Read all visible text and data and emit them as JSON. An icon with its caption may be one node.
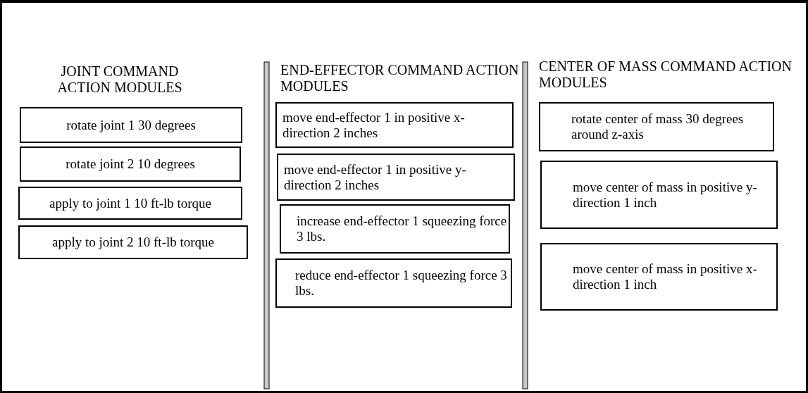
{
  "diagram": {
    "nodes": [
      {
        "text": [
          "rotate joint 1 30 degrees"
        ]
      },
      {
        "text": [
          "rotate joint 2 10 degrees"
        ]
      },
      {
        "text": [
          "apply to joint 1 10 ft-lb torque"
        ]
      },
      {
        "text": [
          "apply to joint 2 10 ft-lb torque"
        ]
      },
      {
        "text": [
          "move end-effector 1 in positive x-direction 2 inches"
        ]
      },
      {
        "text": [
          "move end-effector 1 in positive y-direction 2 inches"
        ]
      },
      {
        "text": [
          "increase end-effector 1 squeezing force 3 lbs."
        ]
      },
      {
        "text": [
          "reduce end-effector 1 squeezing force 3 lbs."
        ]
      },
      {
        "text": [
          "rotate center of mass 30 degrees around z-axis"
        ]
      },
      {
        "text": [
          "move center of mass in positive y-direction 1 inch"
        ]
      },
      {
        "text": [
          "move center of mass in positive x-direction 1 inch"
        ]
      }
    ],
    "labels": [
      "JOINT COMMAND ACTION MODULES",
      "END-EFFECTOR COMMAND ACTION MODULES",
      "CENTER OF MASS COMMAND ACTION MODULES"
    ]
  }
}
